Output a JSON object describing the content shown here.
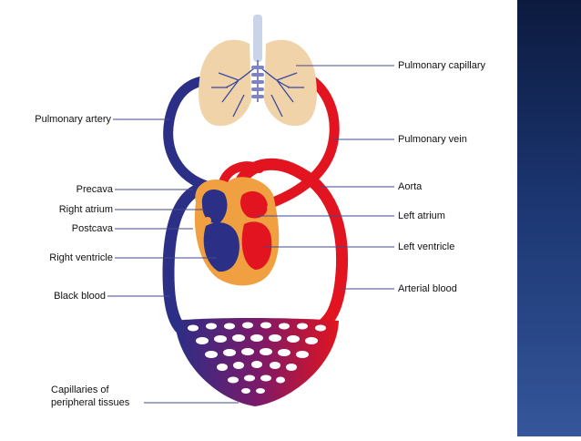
{
  "labels": {
    "pulmonary_capillary": "Pulmonary capillary",
    "pulmonary_artery": "Pulmonary artery",
    "pulmonary_vein": "Pulmonary vein",
    "aorta": "Aorta",
    "precava": "Precava",
    "right_atrium": "Right atrium",
    "left_atrium": "Left atrium",
    "postcava": "Postcava",
    "right_ventricle": "Right ventricle",
    "left_ventricle": "Left ventricle",
    "black_blood": "Black blood",
    "arterial_blood": "Arterial blood",
    "capillaries_line1": "Capillaries of",
    "capillaries_line2": "peripheral tissues"
  },
  "colors": {
    "deoxygenated": "#2b2f86",
    "oxygenated": "#e1141f",
    "lung_fill": "#f0d3a8",
    "heart_outer": "#f0a040",
    "panel": "#1b3570"
  }
}
